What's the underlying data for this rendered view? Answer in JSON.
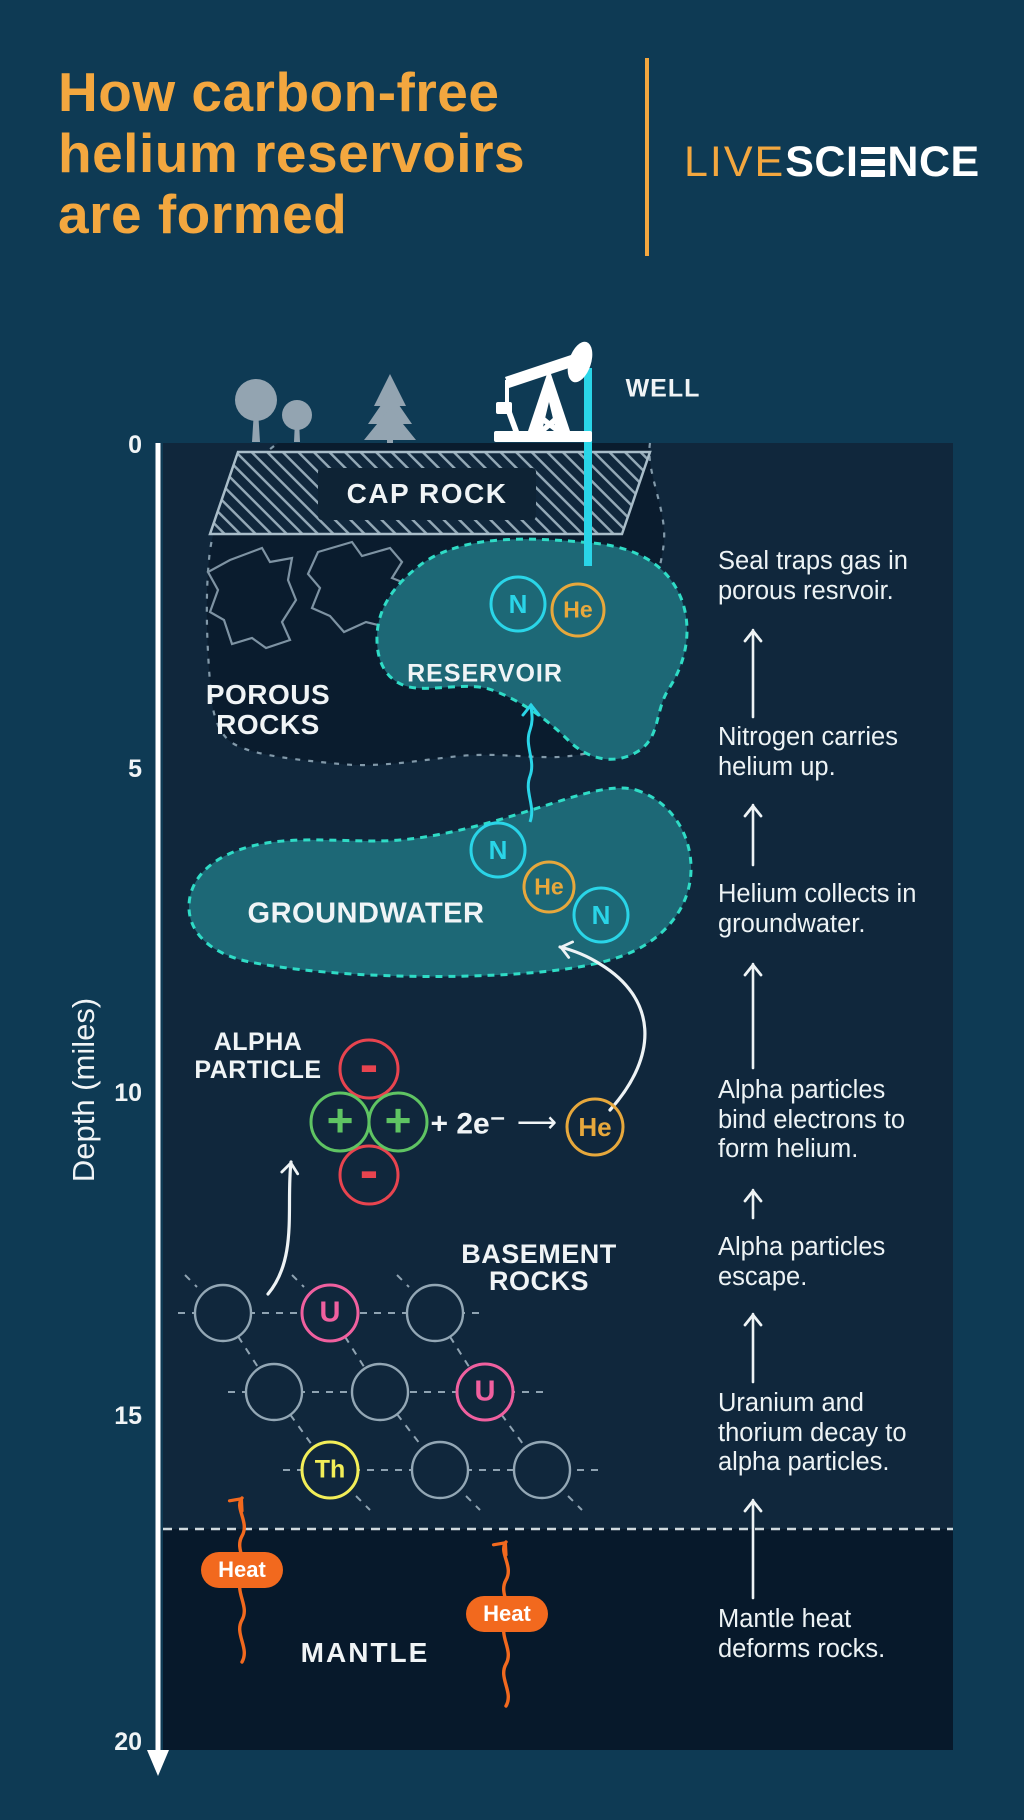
{
  "colors": {
    "background": "#0e3a54",
    "underground": "#10273c",
    "porous_region": "#0a1c2e",
    "mantle_band": "#07192b",
    "accent_orange": "#f3a73f",
    "heat_orange": "#f2691e",
    "teal_blob": "#1d6876",
    "teal_dash": "#2fdcc6",
    "cyan": "#2ad5e8",
    "helium_yellow": "#e7a83c",
    "uranium_pink": "#f0609f",
    "thorium_yellow": "#f2ee58",
    "proton_green": "#5fc463",
    "electron_red": "#e8444f",
    "rock_gray": "#93a4b1",
    "text_white": "#f0f4f6"
  },
  "header": {
    "title": "How carbon-free\nhelium reservoirs\nare formed",
    "logo_live": "LIVE",
    "logo_sci": "SCI",
    "logo_nce": "NCE"
  },
  "axis": {
    "label": "Depth (miles)",
    "tick_0": "0",
    "tick_5": "5",
    "tick_10": "10",
    "tick_15": "15",
    "tick_20": "20"
  },
  "surface": {
    "well": "WELL"
  },
  "layers": {
    "cap_rock": "CAP ROCK",
    "porous_rocks": "POROUS\nROCKS",
    "reservoir": "RESERVOIR",
    "groundwater": "GROUNDWATER",
    "basement_rocks": "BASEMENT\nROCKS",
    "mantle": "MANTLE"
  },
  "particles": {
    "nitrogen": "N",
    "helium": "He",
    "uranium": "U",
    "thorium": "Th",
    "proton": "+",
    "electron": "-"
  },
  "alpha": {
    "label": "ALPHA\nPARTICLE",
    "equation": "+ 2e⁻",
    "arrow": "⟶"
  },
  "heat": {
    "label": "Heat"
  },
  "annotations": {
    "seal": "Seal traps gas in\nporous resrvoir.",
    "nitrogen_carries": "Nitrogen carries\nhelium up.",
    "helium_collects": "Helium collects in\ngroundwater.",
    "alpha_bind": "Alpha particles\nbind electrons to\nform helium.",
    "alpha_escape": "Alpha particles\nescape.",
    "uranium_decay": "Uranium and\nthorium decay to\nalpha particles.",
    "mantle_heat": "Mantle heat\ndeforms rocks."
  }
}
